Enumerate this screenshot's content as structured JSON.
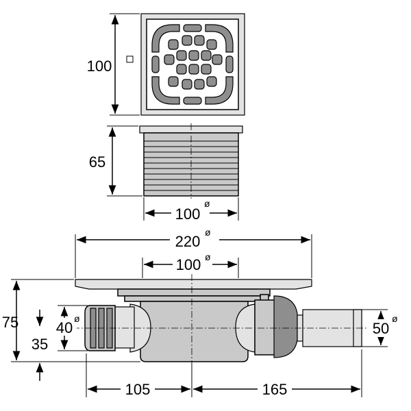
{
  "dimensions": {
    "grate_size": "100",
    "grate_size_symbol": "□",
    "body_height": "65",
    "body_diameter": "100",
    "flange_diameter": "220",
    "top_diameter": "100",
    "total_height": "75",
    "outlet_height": "35",
    "inlet_diameter": "40",
    "outlet_diameter": "50",
    "left_length": "105",
    "right_length": "165",
    "diameter_symbol": "ø"
  },
  "colors": {
    "line": "#000000",
    "body_fill": "#c9c9c9",
    "light_fill": "#e3e3e3",
    "dark_fill": "#8e8e8e",
    "background": "#ffffff"
  }
}
